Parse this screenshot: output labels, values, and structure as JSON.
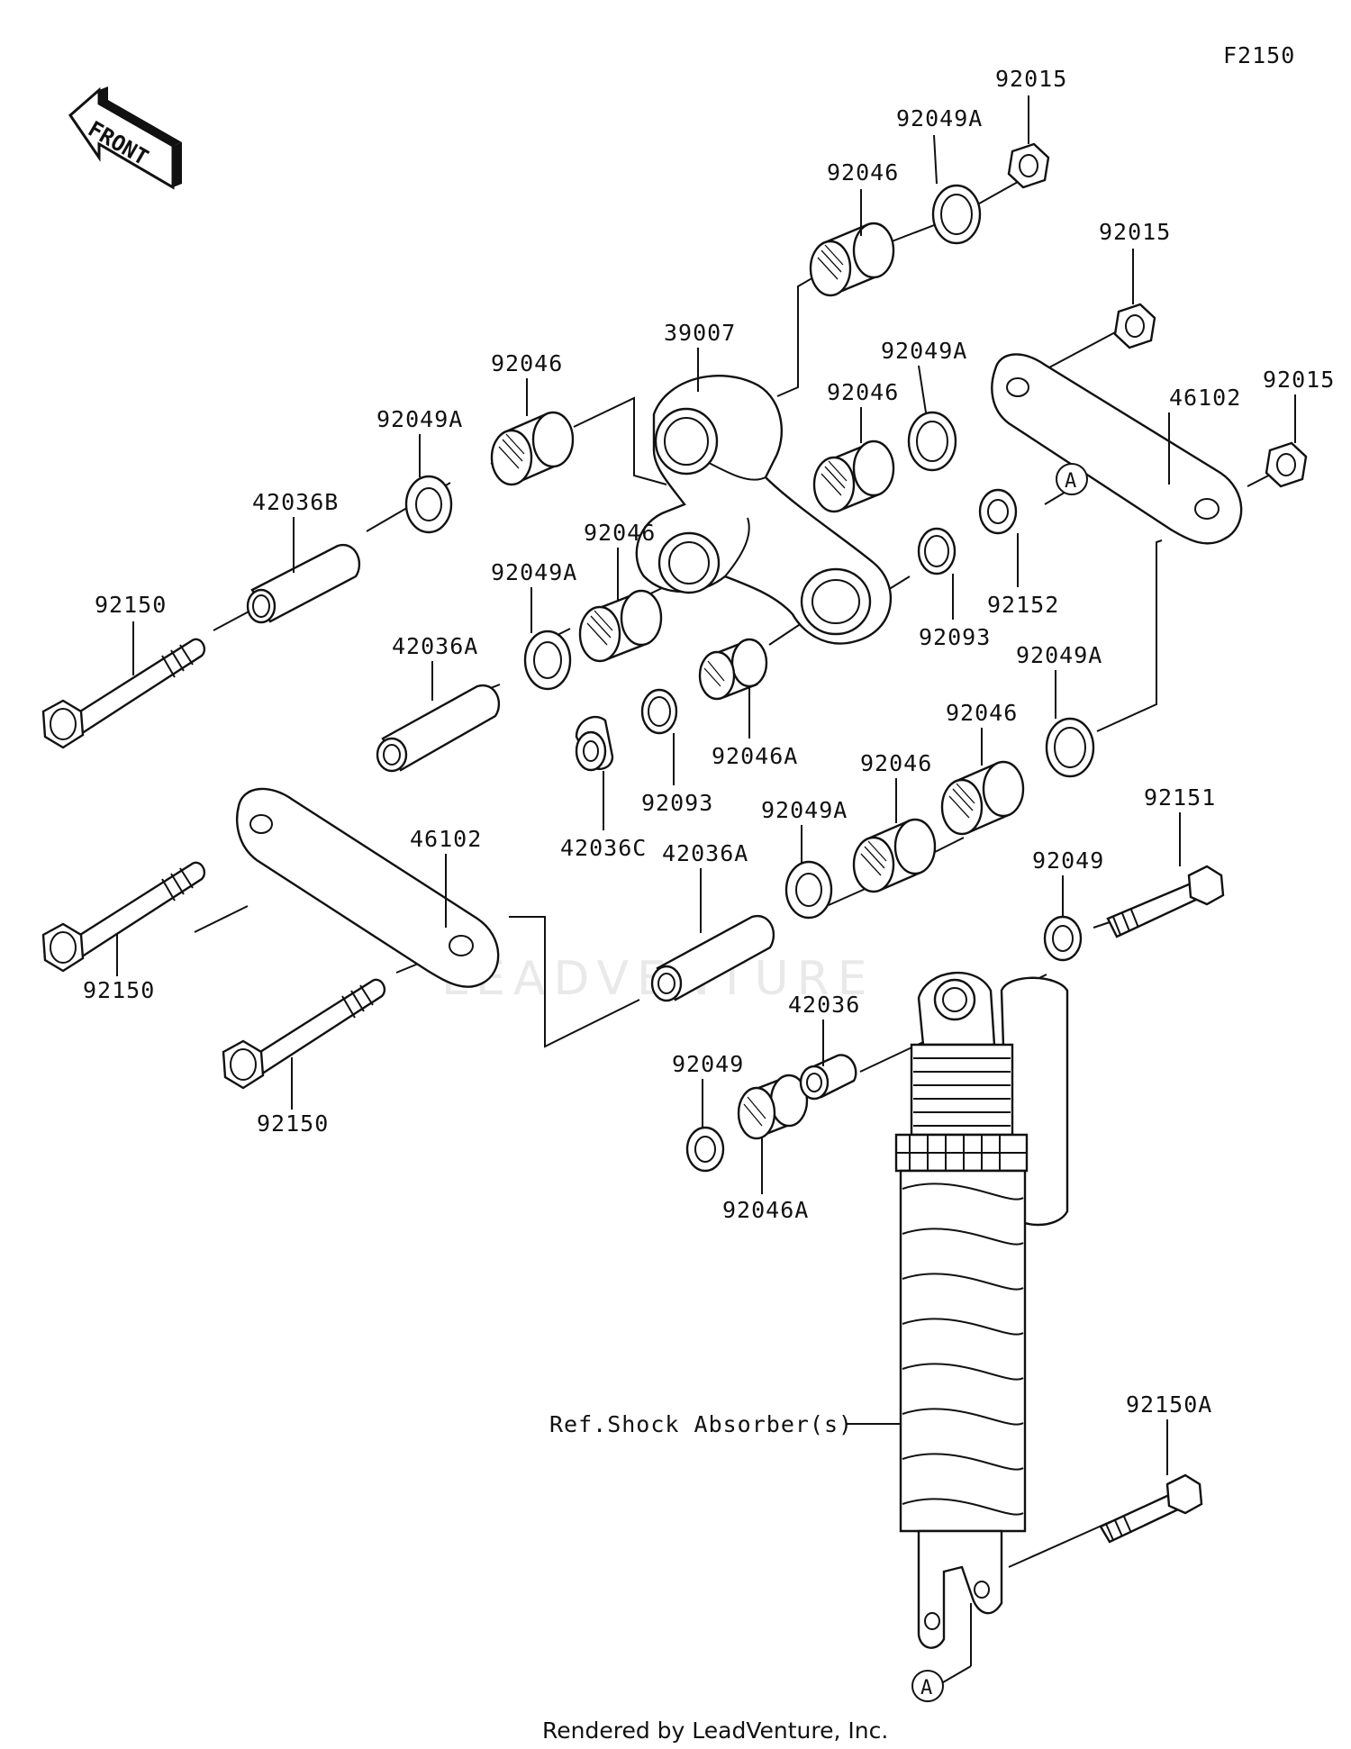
{
  "diagram_id": "F2150",
  "front_marker": "FRONT",
  "watermark": "LEADVENTURE",
  "footer": "Rendered by LeadVenture, Inc.",
  "reference_label": "Ref.Shock Absorber(s)",
  "callout_letter": "A",
  "labels": {
    "n92015_top": "92015",
    "n92049A_top": "92049A",
    "n92046_top": "92046",
    "n92015_mid": "92015",
    "n39007": "39007",
    "n92046_left": "92046",
    "n92049A_right": "92049A",
    "n92015_right": "92015",
    "n46102_right": "46102",
    "n92049A_left": "92049A",
    "n92046_center": "92046",
    "n42036B": "42036B",
    "n92046_mid": "92046",
    "n92049A_mid": "92049A",
    "n92152": "92152",
    "n92093_right": "92093",
    "n92150_top": "92150",
    "n42036A_left": "42036A",
    "n92049A_lowright": "92049A",
    "n92046_lowright": "92046",
    "n92046A_center": "92046A",
    "n92093_center": "92093",
    "n42036C": "42036C",
    "n92046_lower": "92046",
    "n92049A_lower": "92049A",
    "n92151": "92151",
    "n46102_left": "46102",
    "n42036A_center": "42036A",
    "n92049_right": "92049",
    "n92150_mid": "92150",
    "n42036": "42036",
    "n92049_left": "92049",
    "n92150_bottom": "92150",
    "n92046A_bottom": "92046A",
    "n92150A": "92150A"
  }
}
